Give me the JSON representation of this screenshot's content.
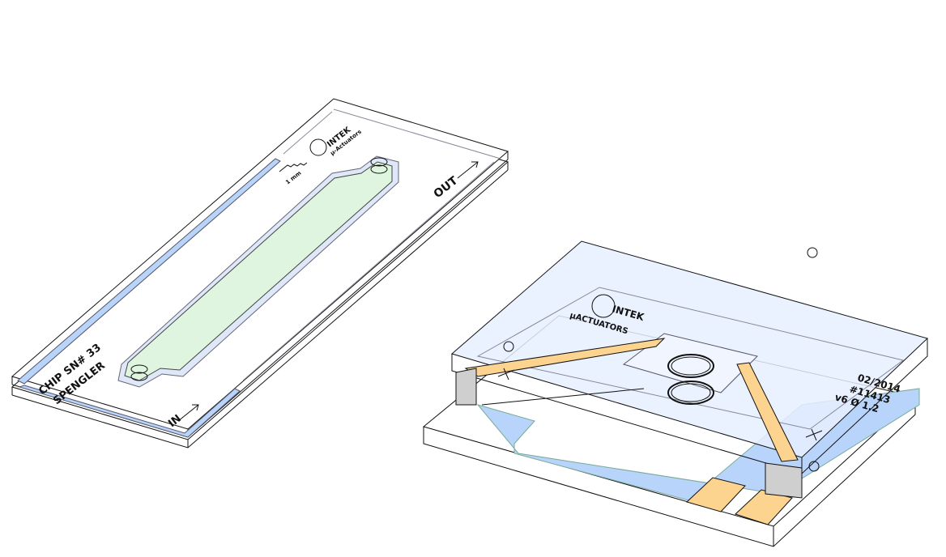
{
  "left_chip": {
    "serial": "CHIP SN# 33",
    "owner": "SPENGLER",
    "inlet": "IN",
    "outlet": "OUT",
    "scale": "1 mm",
    "logo_brand": "INTEK",
    "logo_sub": "µ-Actuators"
  },
  "right_device": {
    "logo_brand": "INTEK",
    "logo_sub": "µACTUATORS",
    "date": "02/2014",
    "part_number": "#11413",
    "version": "v6  Ø 1.2"
  },
  "colors": {
    "channel_fill": "#e0f5e0",
    "blue_fill": "#b8d4fb",
    "plate_fill": "#e6efff",
    "electrode": "#fcd38f",
    "block": "#cfcfcf"
  }
}
